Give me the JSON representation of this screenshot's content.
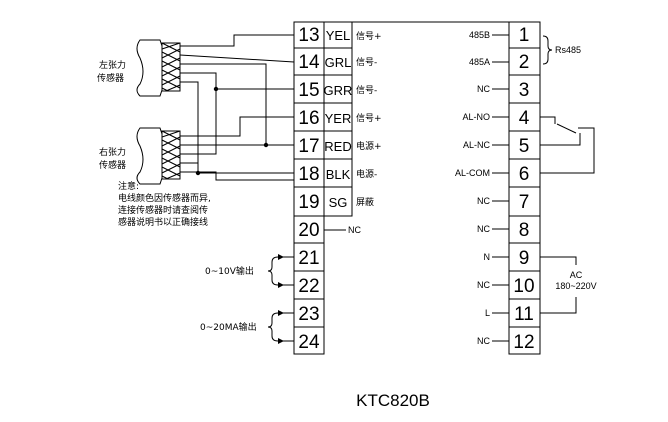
{
  "left_terminals": [
    {
      "num": "13",
      "code": "YEL",
      "desc": "信号+"
    },
    {
      "num": "14",
      "code": "GRL",
      "desc": "信号-"
    },
    {
      "num": "15",
      "code": "GRR",
      "desc": "信号-"
    },
    {
      "num": "16",
      "code": "YER",
      "desc": "信号+"
    },
    {
      "num": "17",
      "code": "RED",
      "desc": "电源+"
    },
    {
      "num": "18",
      "code": "BLK",
      "desc": "电源-"
    },
    {
      "num": "19",
      "code": "SG",
      "desc": "屏蔽"
    },
    {
      "num": "20",
      "code": "",
      "desc": ""
    },
    {
      "num": "21",
      "code": "",
      "desc": ""
    },
    {
      "num": "22",
      "code": "",
      "desc": ""
    },
    {
      "num": "23",
      "code": "",
      "desc": ""
    },
    {
      "num": "24",
      "code": "",
      "desc": ""
    }
  ],
  "right_terminals": [
    {
      "num": "1",
      "label": "485B"
    },
    {
      "num": "2",
      "label": "485A"
    },
    {
      "num": "3",
      "label": "NC"
    },
    {
      "num": "4",
      "label": "AL-NO"
    },
    {
      "num": "5",
      "label": "AL-NC"
    },
    {
      "num": "6",
      "label": "AL-COM"
    },
    {
      "num": "7",
      "label": "NC"
    },
    {
      "num": "8",
      "label": "NC"
    },
    {
      "num": "9",
      "label": "N"
    },
    {
      "num": "10",
      "label": "NC"
    },
    {
      "num": "11",
      "label": "L"
    },
    {
      "num": "12",
      "label": "NC"
    }
  ],
  "labels": {
    "t20_nc": "NC",
    "left_sensor": [
      "左张力",
      "传感器"
    ],
    "right_sensor": [
      "右张力",
      "传感器"
    ],
    "note": [
      "注意:",
      "电线颜色因传感器而异,",
      "连接传感器时请查阅传",
      "感器说明书以正确接线"
    ],
    "out_voltage": "0~10V输出",
    "out_current": "0~20MA输出",
    "rs485": "Rs485",
    "ac": [
      "AC",
      "180~220V"
    ]
  },
  "title": "KTC820B"
}
